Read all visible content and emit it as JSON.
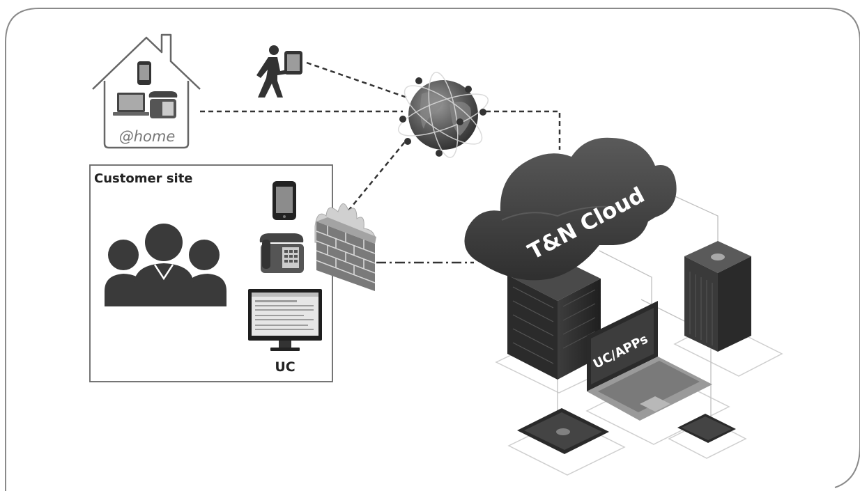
{
  "diagram": {
    "home_label": "@home",
    "customer_site_label": "Customer site",
    "uc_label": "UC",
    "cloud_label": "T&N Cloud",
    "laptop_label": "UC/APPs"
  },
  "colors": {
    "frame": "#8a8a8a",
    "line": "#333333",
    "dark": "#3a3a3a",
    "mid": "#6a6a6a",
    "light": "#bdbdbd"
  }
}
